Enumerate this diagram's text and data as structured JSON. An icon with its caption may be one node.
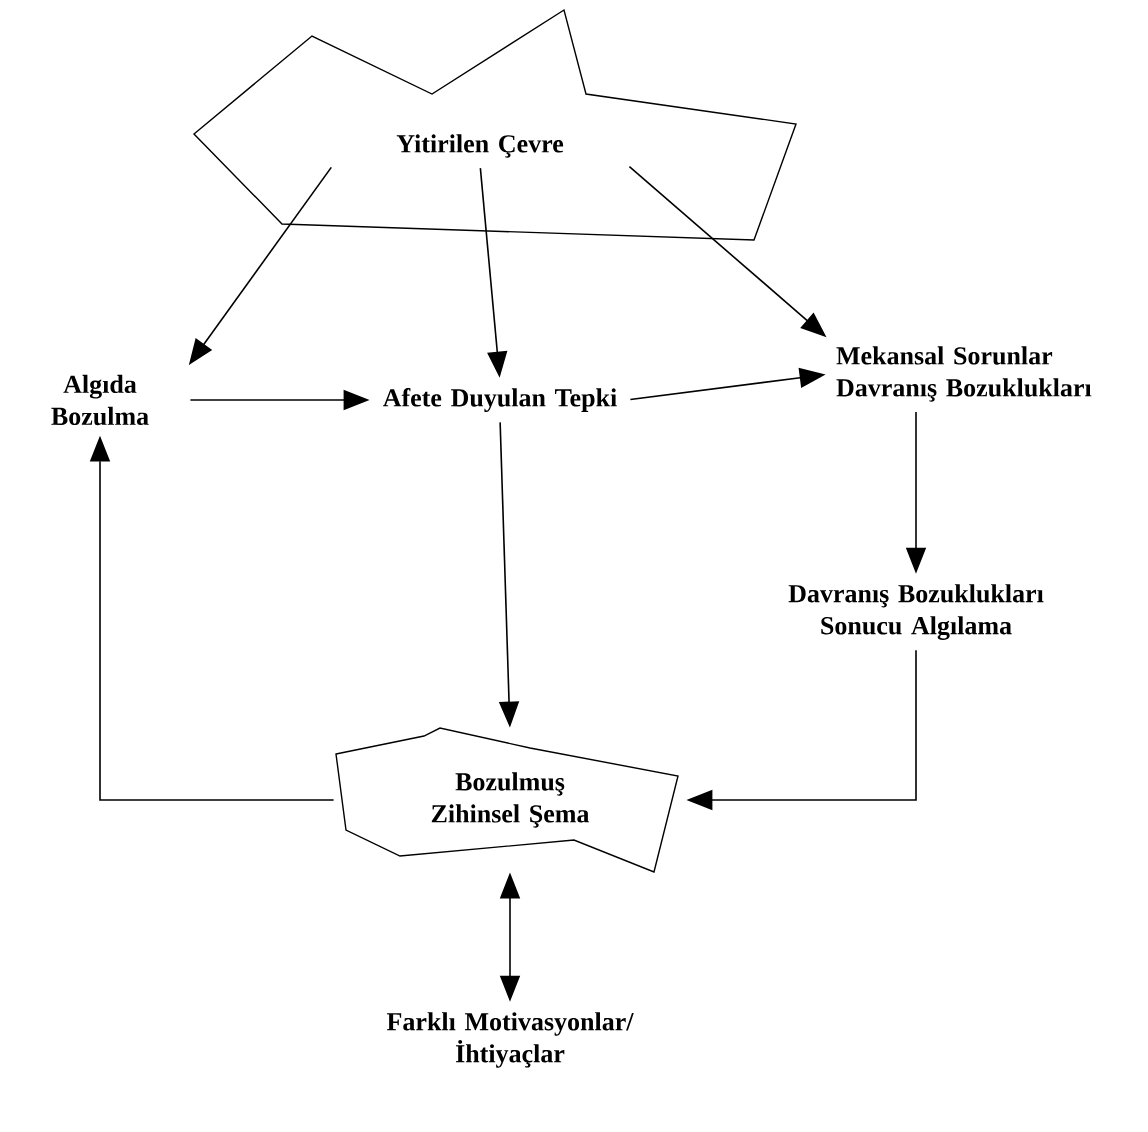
{
  "diagram": {
    "nodes": [
      {
        "text": [
          "Yitirilen Çevre"
        ]
      },
      {
        "text": [
          "Algıda Bozulma"
        ]
      },
      {
        "text": [
          "Afete Duyulan Tepki"
        ]
      },
      {
        "text": [
          "Mekansal Sorunlar Davranış Bozuklukları"
        ]
      },
      {
        "text": [
          "Davranış Bozuklukları Sonucu Algılama"
        ]
      },
      {
        "text": [
          "Bozulmuş Zihinsel Şema"
        ]
      },
      {
        "text": [
          "Farklı Motivasyonlar/ İhtiyaçlar"
        ]
      }
    ],
    "edges": [
      {
        "from": 0,
        "to": 1,
        "arrow": "to"
      },
      {
        "from": 0,
        "to": 2,
        "arrow": "to"
      },
      {
        "from": 0,
        "to": 3,
        "arrow": "to"
      },
      {
        "from": 1,
        "to": 2,
        "arrow": "to"
      },
      {
        "from": 2,
        "to": 3,
        "arrow": "to"
      },
      {
        "from": 3,
        "to": 4,
        "arrow": "to"
      },
      {
        "from": 2,
        "to": 5,
        "arrow": "to"
      },
      {
        "from": 4,
        "to": 5,
        "arrow": "to"
      },
      {
        "from": 5,
        "to": 1,
        "arrow": "to"
      },
      {
        "from": 5,
        "to": 6,
        "arrow": "both"
      }
    ]
  }
}
